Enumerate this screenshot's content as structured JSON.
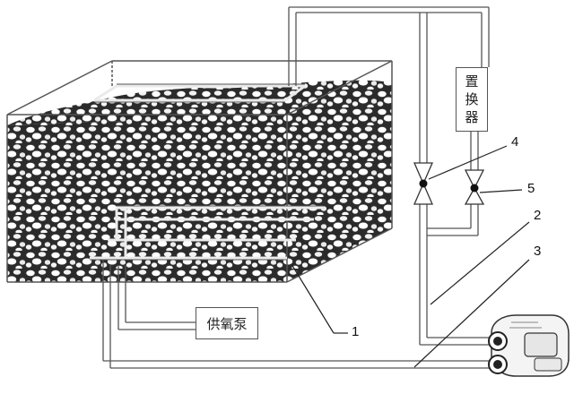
{
  "labels": {
    "exchanger": "置换器",
    "oxygen_pump": "供氧泵"
  },
  "callouts": [
    "1",
    "2",
    "3",
    "4",
    "5"
  ],
  "colors": {
    "line": "#555555",
    "pebble_fill": "#ffffff",
    "pebble_stroke": "#3a3a3a",
    "gravel_bg": "#2b2b2b"
  }
}
